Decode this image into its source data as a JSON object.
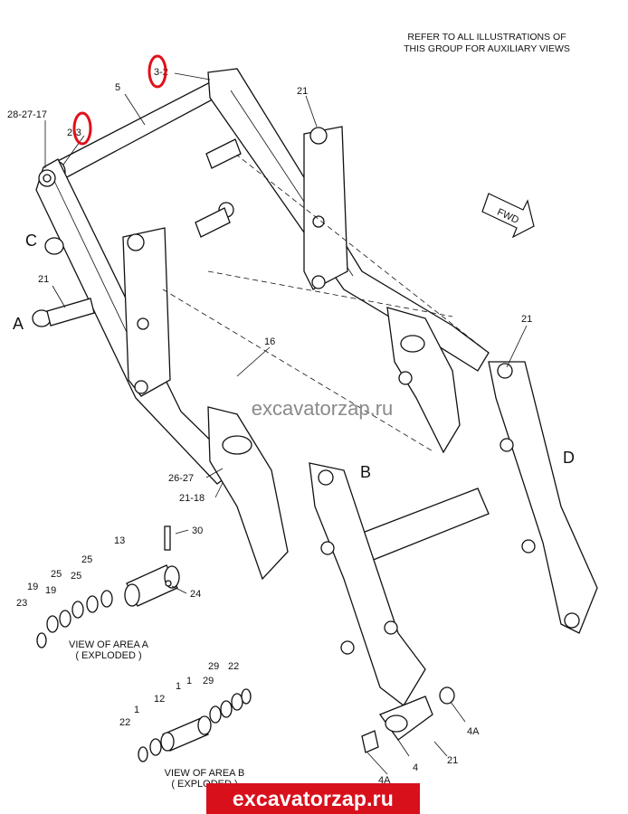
{
  "header_note": [
    "REFER TO ALL ILLUSTRATIONS OF",
    "THIS GROUP FOR AUXILIARY VIEWS"
  ],
  "fwd_label": "FWD",
  "area_letters": {
    "a": "A",
    "b": "B",
    "c": "C",
    "d": "D"
  },
  "callouts": {
    "c_3_2": "3-2",
    "c_5": "5",
    "c_28_27_17": "28-27-17",
    "c_2_3": "2-3",
    "c_21_top": "21",
    "c_21_left": "21",
    "c_21_right": "21",
    "c_16": "16",
    "c_26_27": "26-27",
    "c_21_18": "21-18",
    "c_30": "30",
    "c_13": "13",
    "c_25a": "25",
    "c_25b": "25",
    "c_25c": "25",
    "c_19a": "19",
    "c_19b": "19",
    "c_23": "23",
    "c_24": "24",
    "c_29a": "29",
    "c_29b": "29",
    "c_22a": "22",
    "c_22b": "22",
    "c_1a": "1",
    "c_1b": "1",
    "c_1c": "1",
    "c_12": "12",
    "c_4a_right": "4A",
    "c_4a_bottom": "4A",
    "c_4": "4",
    "c_21_bottom": "21"
  },
  "view_a": [
    "VIEW OF AREA  A",
    "( EXPLODED )"
  ],
  "view_b": [
    "VIEW OF AREA  B",
    "( EXPLODED )"
  ],
  "watermark_mid": "excavatorzap.ru",
  "watermark_bottom": "excavatorzap.ru",
  "colors": {
    "highlight": "#e0101a",
    "banner": "#d8101c",
    "watermark": "#8a8a8a"
  }
}
